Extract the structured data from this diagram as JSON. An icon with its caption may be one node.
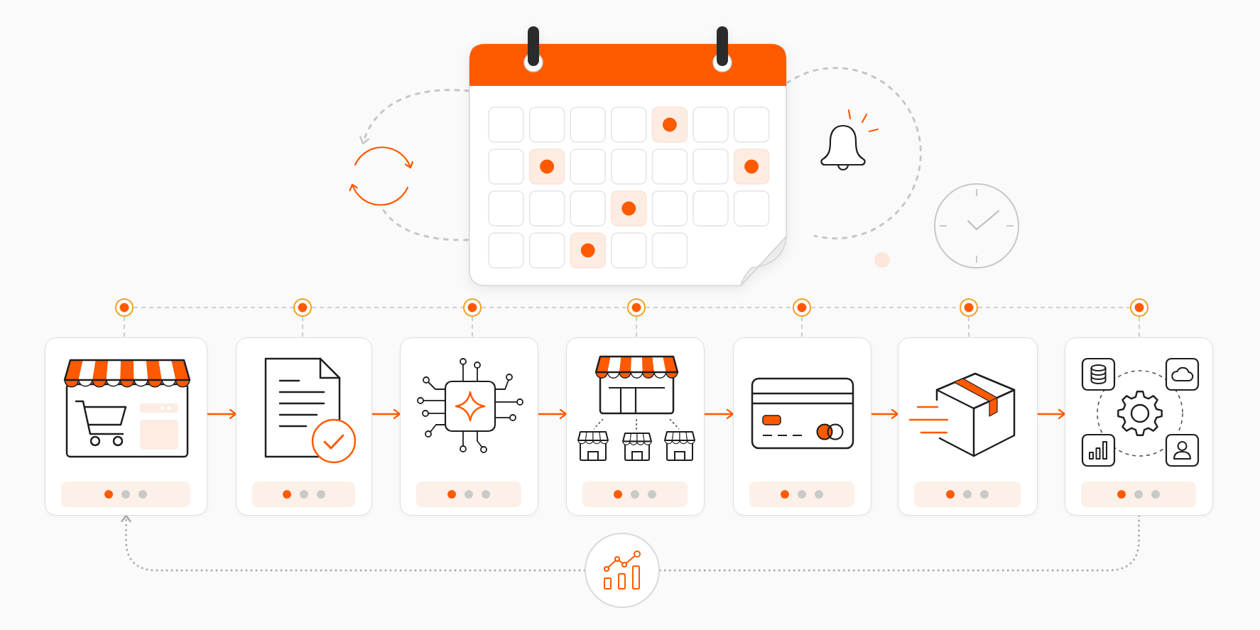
{
  "diagram": {
    "nodes": [
      {
        "text": [],
        "shape": "picture"
      },
      {
        "text": [],
        "shape": "picture"
      },
      {
        "text": [],
        "shape": "circle"
      },
      {
        "text": [],
        "shape": "circle"
      },
      {
        "text": [],
        "shape": "circle"
      },
      {
        "text": [],
        "shape": "circle"
      },
      {
        "text": [],
        "shape": "circle"
      },
      {
        "text": [],
        "shape": "circle"
      },
      {
        "text": [],
        "shape": "circle"
      },
      {
        "text": [],
        "shape": "box"
      },
      {
        "text": [],
        "shape": "box"
      },
      {
        "text": [],
        "shape": "box"
      },
      {
        "text": [],
        "shape": "box"
      },
      {
        "text": [],
        "shape": "box"
      },
      {
        "text": [],
        "shape": "box"
      },
      {
        "text": [],
        "shape": "box"
      },
      {
        "text": [],
        "shape": "circle"
      }
    ],
    "edges": [
      {
        "from": 0,
        "to": 1,
        "arrow": "to",
        "style": "dashed"
      },
      {
        "from": 1,
        "to": 0,
        "arrow": "none",
        "style": "dashed"
      },
      {
        "from": 0,
        "to": null,
        "arrow": "none",
        "style": "dashed"
      },
      {
        "from": 2,
        "to": 3,
        "arrow": "none",
        "style": "dashed"
      },
      {
        "from": 3,
        "to": 4,
        "arrow": "none",
        "style": "dashed"
      },
      {
        "from": 4,
        "to": 5,
        "arrow": "none",
        "style": "dashed"
      },
      {
        "from": 5,
        "to": 6,
        "arrow": "none",
        "style": "dashed"
      },
      {
        "from": 6,
        "to": 7,
        "arrow": "none",
        "style": "dashed"
      },
      {
        "from": 7,
        "to": 8,
        "arrow": "none",
        "style": "dashed"
      },
      {
        "from": 2,
        "to": 9,
        "arrow": "none",
        "style": "dashed"
      },
      {
        "from": 3,
        "to": 10,
        "arrow": "none",
        "style": "dashed"
      },
      {
        "from": 4,
        "to": 11,
        "arrow": "none",
        "style": "dashed"
      },
      {
        "from": 5,
        "to": 12,
        "arrow": "none",
        "style": "dashed"
      },
      {
        "from": 6,
        "to": 13,
        "arrow": "none",
        "style": "dashed"
      },
      {
        "from": 7,
        "to": 14,
        "arrow": "none",
        "style": "dashed"
      },
      {
        "from": 8,
        "to": 15,
        "arrow": "none",
        "style": "dashed"
      },
      {
        "from": 9,
        "to": 10,
        "arrow": "to",
        "color": "#ff5a00"
      },
      {
        "from": 10,
        "to": 11,
        "arrow": "to",
        "color": "#ff5a00"
      },
      {
        "from": 11,
        "to": 12,
        "arrow": "to",
        "color": "#ff5a00"
      },
      {
        "from": 12,
        "to": 13,
        "arrow": "to",
        "color": "#ff5a00"
      },
      {
        "from": 13,
        "to": 14,
        "arrow": "to",
        "color": "#ff5a00"
      },
      {
        "from": 14,
        "to": 15,
        "arrow": "to",
        "color": "#ff5a00"
      },
      {
        "from": 15,
        "to": 16,
        "arrow": "none",
        "style": "dashed"
      },
      {
        "from": 16,
        "to": 9,
        "arrow": "to",
        "style": "dashed"
      }
    ]
  }
}
